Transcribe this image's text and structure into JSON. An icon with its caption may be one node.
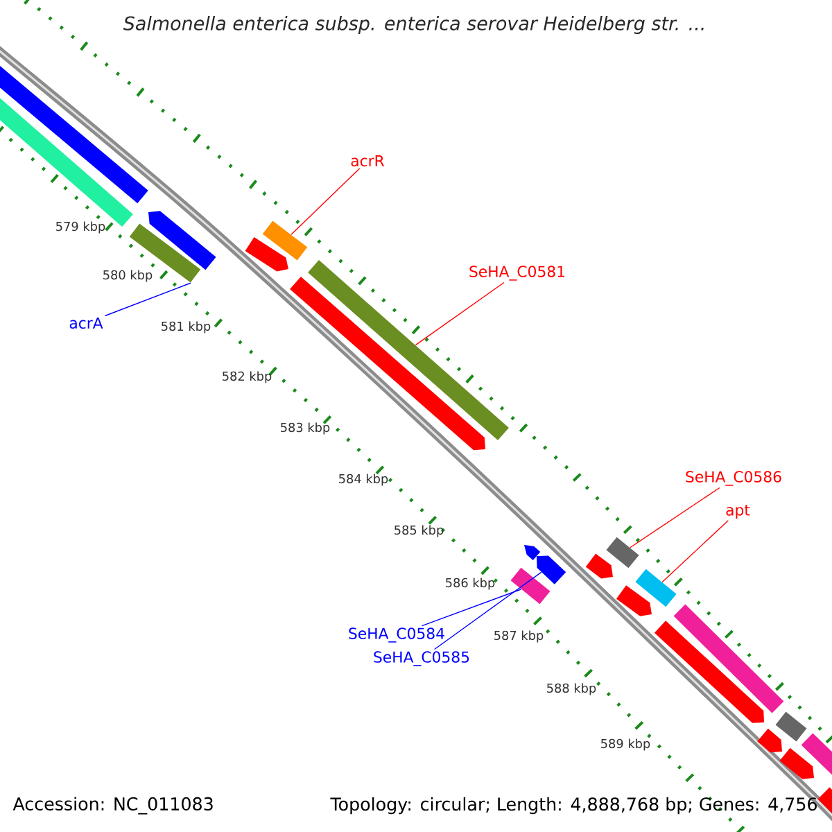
{
  "diagram": {
    "title": "Salmonella enterica subsp. enterica serovar Heidelberg str. ...",
    "nodes": [
      {
        "text": [
          "acrR"
        ]
      },
      {
        "text": [
          "SeHA_C0581"
        ]
      },
      {
        "text": [
          "acrA"
        ]
      },
      {
        "text": [
          "SeHA_C0586"
        ]
      },
      {
        "text": [
          "apt"
        ]
      },
      {
        "text": [
          "SeHA_C0584"
        ]
      },
      {
        "text": [
          "SeHA_C0585"
        ]
      },
      {
        "text": [],
        "shape": "bar"
      },
      {
        "text": [],
        "shape": "bar"
      },
      {
        "text": [],
        "shape": "bar"
      },
      {
        "text": [],
        "shape": "bar"
      },
      {
        "text": [],
        "shape": "bar"
      },
      {
        "text": [],
        "shape": "bar"
      },
      {
        "text": [],
        "shape": "bar"
      },
      {
        "text": [],
        "shape": "bar"
      },
      {
        "text": [],
        "shape": "bar"
      },
      {
        "text": [],
        "shape": "bar"
      },
      {
        "text": [],
        "shape": "bar"
      },
      {
        "text": [],
        "shape": "bar"
      },
      {
        "text": [],
        "shape": "bar"
      },
      {
        "text": [],
        "shape": "bar"
      },
      {
        "text": [],
        "shape": "bar"
      },
      {
        "text": [],
        "shape": "bar"
      },
      {
        "text": [],
        "shape": "bar"
      },
      {
        "text": [],
        "shape": "bar"
      },
      {
        "text": [],
        "shape": "bar"
      },
      {
        "text": [],
        "shape": "bar"
      },
      {
        "text": [],
        "shape": "bar"
      },
      {
        "text": [],
        "shape": "bar"
      }
    ],
    "edges": [
      {
        "from": 0,
        "to": 12,
        "arrow": "none"
      },
      {
        "from": 1,
        "to": 14,
        "arrow": "none"
      },
      {
        "from": 2,
        "to": 9,
        "arrow": "none",
        "color": "#0000ff"
      },
      {
        "from": 3,
        "to": 19,
        "arrow": "none"
      },
      {
        "from": 4,
        "to": 21,
        "arrow": "none"
      },
      {
        "from": 5,
        "to": 15,
        "arrow": "none",
        "color": "#0000ff"
      },
      {
        "from": 6,
        "to": 17,
        "arrow": "none",
        "color": "#0000ff"
      }
    ],
    "labels": [
      "579 kbp",
      "580 kbp",
      "581 kbp",
      "582 kbp",
      "583 kbp",
      "584 kbp",
      "585 kbp",
      "586 kbp",
      "587 kbp",
      "588 kbp",
      "589 kbp",
      "Accession: NC_011083",
      "Topology: circular; Length: 4,888,768 bp; Genes: 4,756"
    ]
  }
}
